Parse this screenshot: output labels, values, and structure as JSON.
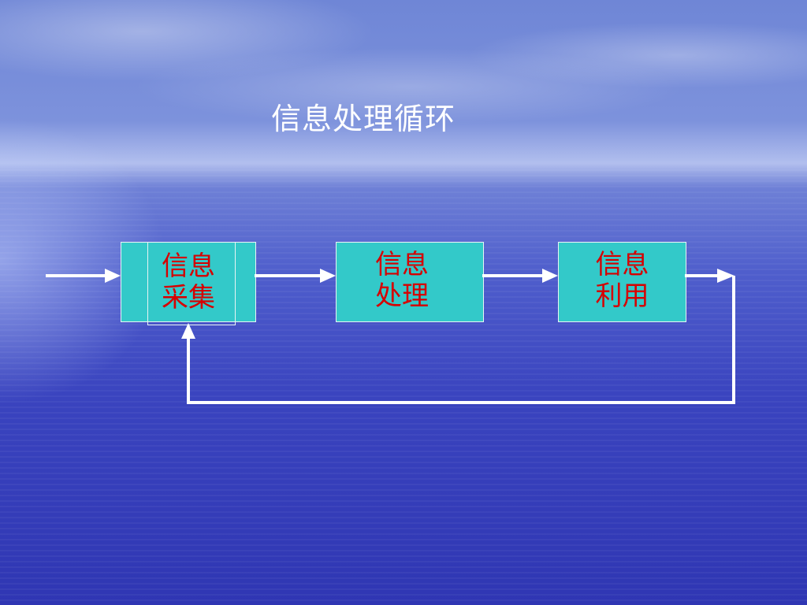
{
  "title": "信息处理循环",
  "boxes": [
    {
      "line1": "信息",
      "line2": "采集"
    },
    {
      "line1": "信息",
      "line2": "处理"
    },
    {
      "line1": "信息",
      "line2": "利用"
    }
  ],
  "colors": {
    "box_fill": "#33c9c9",
    "box_text": "#d60000",
    "arrow": "#ffffff",
    "title_text": "#ffffff"
  }
}
